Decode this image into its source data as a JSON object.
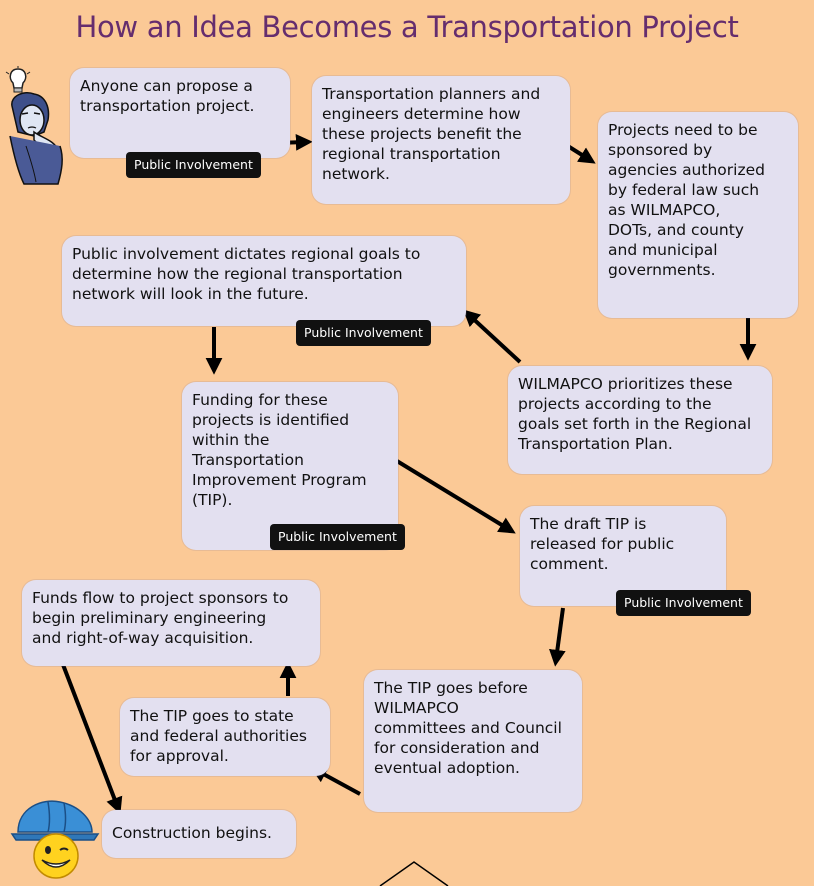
{
  "title": "How an Idea Becomes a Transportation Project",
  "steps": [
    "Anyone can propose a\ntransportation project.",
    "Transportation planners and\nengineers determine how\nthese projects benefit the\nregional transportation\nnetwork.",
    "Projects need to be\nsponsored by\nagencies authorized\nby federal law such\nas WILMAPCO,\nDOTs, and county\nand municipal\ngovernments.",
    "WILMAPCO prioritizes these\nprojects according to the\ngoals set forth in the Regional\nTransportation Plan.",
    "Public involvement dictates regional goals to\ndetermine how the regional transportation\nnetwork will look in the future.",
    "Funding for these\nprojects is identified\nwithin the\nTransportation\nImprovement Program\n(TIP).",
    "The draft TIP is\nreleased for public\ncomment.",
    "The TIP goes before\nWILMAPCO\ncommittees and Council\nfor consideration and\neventual adoption.",
    "The TIP goes to state\nand federal authorities\nfor approval.",
    "Funds flow to project sponsors to\nbegin preliminary engineering\nand right-of-way acquisition.",
    "Construction begins."
  ],
  "badge_label": "Public Involvement",
  "colors": {
    "background": "#fbc996",
    "title": "#652d6e",
    "box": "#e3e0f0",
    "badge": "#111111",
    "arrow": "#000000"
  },
  "illustrations": [
    "thinking-person-with-lightbulb",
    "smiling-face-with-hard-hat"
  ]
}
